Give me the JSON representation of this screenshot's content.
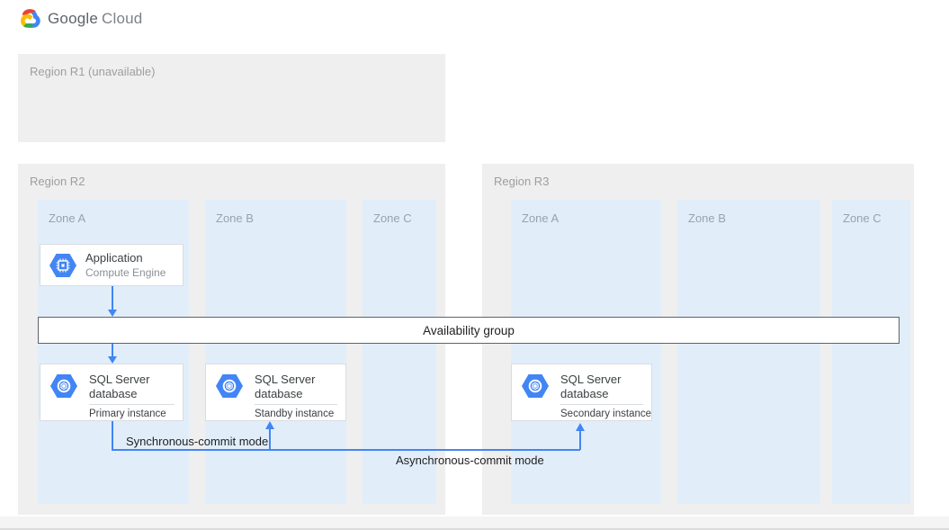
{
  "brand": {
    "google": "Google",
    "cloud": "Cloud"
  },
  "regions": {
    "r1": {
      "label": "Region R1 (unavailable)"
    },
    "r2": {
      "label": "Region R2",
      "zones": {
        "a": "Zone A",
        "b": "Zone B",
        "c": "Zone C"
      }
    },
    "r3": {
      "label": "Region R3",
      "zones": {
        "a": "Zone A",
        "b": "Zone B",
        "c": "Zone C"
      }
    }
  },
  "nodes": {
    "application": {
      "title": "Application",
      "subtitle": "Compute Engine"
    },
    "availability_group": {
      "label": "Availability group"
    },
    "sql_primary": {
      "title": "SQL Server database",
      "instance": "Primary instance"
    },
    "sql_standby": {
      "title": "SQL Server database",
      "instance": "Standby instance"
    },
    "sql_secondary": {
      "title": "SQL Server database",
      "instance": "Secondary instance"
    }
  },
  "connections": {
    "sync_label": "Synchronous-commit mode",
    "async_label": "Asynchronous-commit mode"
  },
  "colors": {
    "arrow_blue": "#4285f4",
    "icon_blue": "#4285f4",
    "region_bg": "#efefef",
    "zone_bg": "#e1eefa",
    "availability_border": "#5f6368",
    "logo_red": "#ea4335",
    "logo_yellow": "#fbbc05",
    "logo_green": "#34a853",
    "logo_blue": "#4285f4"
  }
}
